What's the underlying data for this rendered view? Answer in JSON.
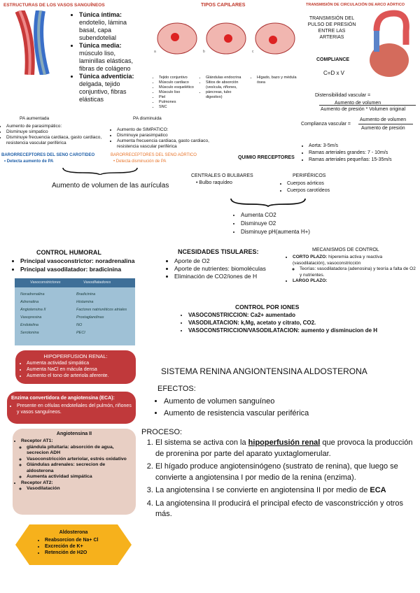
{
  "col1": {
    "title": "ESTRUCTURAS DE LOS VASOS SANGUÍNEOS",
    "layers": [
      {
        "name": "Túnica íntima:",
        "desc": "endotelio, lámina basal, capa subendotelial"
      },
      {
        "name": "Túnica media:",
        "desc": "músculo liso, laminillas elásticas, fibras de colágeno"
      },
      {
        "name": "Túnica adventicia:",
        "desc": "delgada, tejido conjuntivo, fibras elásticas"
      }
    ]
  },
  "col2": {
    "title": "TIPOS CAPILARES",
    "labels_a": [
      "Tejido conjuntivo",
      "Músculo cardiaco",
      "Músculo esquelético",
      "Músculo liso",
      "Piel",
      "Pulmones",
      "SNC"
    ],
    "labels_b": [
      "Glándulas endocrina",
      "Sitios de absorción (vesícula, riñones,",
      "páncreas, tubo digestivo)"
    ],
    "labels_c": [
      "Hígado, bazo y médula ósea"
    ]
  },
  "col3": {
    "title": "TRANSMISIÓN DE CIRCULACIÓN DE ARCO AÓRTICO",
    "subtitle": "TRANSMISIÓN DEL PULSO DE PRESIÓN ENTRE LAS ARTERIAS",
    "compliance": "COMPLIANCE",
    "formula": "C=D x V",
    "dist_title": "Distensibilidad vascular =",
    "dist_num": "Aumento de volumen",
    "dist_den": "Aumento de presión * Volumen original",
    "comp_title": "Complianza vascular =",
    "comp_num": "Aumento de volumen",
    "comp_den": "Aumento de presión",
    "speeds": [
      "Aorta: 3-5m/s",
      "Ramas arteriales grandes: 7 - 10m/s",
      "Ramas arteriales pequeñas: 15-35m/s"
    ]
  },
  "pa": {
    "up_label": "PA aumentada",
    "up_items": [
      "Aumento de parasimpático:",
      "Disminuye simpatico",
      "Disminuye frecuencia cardiaca, gasto cardiaco, resistencia vascular periférica"
    ],
    "down_label": "PA disminuida",
    "down_items": [
      "Aumento de SIMPATICO:",
      "Disminuye parasimpatico",
      "Aumenta frecuencia cardiaca, gasto cardiaco, resistencia vascular periférica"
    ],
    "baro_up_title": "BARORRECEPTORES DEL SENO CAROTIDEO",
    "baro_up_item": "Detecta aumento de PA",
    "baro_down_title": "BARORRECEPTORES DEL SENO AÓRTICO",
    "baro_down_item": "Detecta disminución de PA",
    "atria": "Aumento de volumen de las aurículas"
  },
  "quimio": {
    "title": "QUIMIO RRECEPTORES",
    "central_title": "CENTRALES O BULBARES",
    "central_item": "Bulbo raquídeo",
    "peri_title": "PERIFÉRICOS",
    "peri_items": [
      "Cuerpos aórticos",
      "Cuerpos carotídeos"
    ],
    "stimuli": [
      "Aumenta CO2",
      "Disminuye O2",
      "Disminuye pH(aumenta H+)"
    ]
  },
  "humoral": {
    "title": "CONTROL HUMORAL",
    "items": [
      "Principal vasoconstrictor: noradrenalina",
      "Principal vasodilatador: bradicinina"
    ],
    "table_head": [
      "Vasoconstrictores",
      "Vasodilatadores"
    ],
    "table_left": [
      "Noradrenalina",
      "Adrenalina",
      "Angiotensina II",
      "Vasopresina",
      "Endotelina",
      "Serotonina"
    ],
    "table_right": [
      "Bradicinina",
      "Histamina",
      "Factores natriuréticos atriales",
      "Prostaglandinas",
      "NO",
      "PECI"
    ]
  },
  "tissue": {
    "title": "NCESIDADES TISULARES:",
    "items": [
      "Aporte de O2",
      "Aporte de nutrientes: biomoléculas",
      "Eliminación de CO2/iones de H"
    ]
  },
  "mech": {
    "title": "MECANISMOS DE CONTROL",
    "short_label": "CORTO PLAZO:",
    "short_desc": "hiperemia activa y reactiva (vasodilatación), vasoconstricción",
    "theory": "Teorías: vasodilatadora (adenosina) y teoría a falta de O2 y nutrientes.",
    "long_label": "LARGO PLAZO:"
  },
  "ions": {
    "title": "CONTROL POR IONES",
    "items": [
      "VASOCONSTRICCION: Ca2+ aumentado",
      "VASODILATACION: k,Mg, acetato y citrato, CO2.",
      "VASOCONSTRICCION/VASODILATACION: aumento y disminucion de H"
    ]
  },
  "hypo": {
    "title": "HIPOPERFUSION RENAL:",
    "items": [
      "Aumenta actividad simpática",
      "Aumenta NaCl en mácula densa",
      "Aumento el tono de arteriola aferente."
    ]
  },
  "eca": {
    "title": "Enzima convertidora de angiotensina (ECA):",
    "item": "Presente en células endoteliales del pulmón, riñones y vasos sanguíneos."
  },
  "ang2": {
    "title": "Angiotensina II",
    "at1": "Receptor AT1:",
    "at1_items": [
      "glándula pituitaria: absorción de agua, secrecion ADH",
      "Vasoconstricción arteriolar, estrés oxidativo",
      "Glándulas adrenales: secrecion de aldosterona",
      "Aumenta actividad simpática"
    ],
    "at2": "Receptor AT2:",
    "at2_items": [
      "Vasodilatación"
    ]
  },
  "aldo": {
    "title": "Aldosterona",
    "items": [
      "Reabsorcion de Na+ Cl",
      "Excreción de K+",
      "Retención de H2O"
    ]
  },
  "sraa": {
    "title": "SISTEMA RENINA ANGIONTENSINA ALDOSTERONA",
    "effects_label": "EFECTOS:",
    "effects": [
      "Aumento de volumen sanguíneo",
      "Aumento de resistencia vascular periférica"
    ],
    "process_label": "PROCESO:",
    "steps": [
      {
        "pre": "El sistema se activa con la ",
        "bold": "hipoperfusión renal",
        "post": " que provoca la producción de prorenina por parte del aparato yuxtaglomerular."
      },
      {
        "pre": "El hígado produce angiotensinógeno (sustrato de renina), que luego se convierte a angiotensina I por medio de la renina (enzima).",
        "bold": "",
        "post": ""
      },
      {
        "pre": "La angiotensina I se convierte en angiotensina II por medio de ",
        "bold": "ECA",
        "post": ""
      },
      {
        "pre": "La angiotensina II producirá el principal efecto de vasconstricción y otros más.",
        "bold": "",
        "post": ""
      }
    ]
  },
  "colors": {
    "red": "#c0392b",
    "blue": "#1f5fa8",
    "orange": "#e8742a",
    "pill_red": "#c0393b",
    "pill_pink": "#e8cfc4",
    "pill_gold": "#f6b11c"
  }
}
